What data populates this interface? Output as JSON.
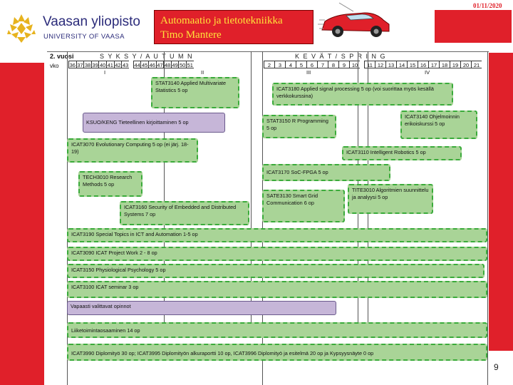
{
  "header": {
    "date": "01/11/2020",
    "title_line1": "Automaatio ja tietotekniikka",
    "title_line2": "Timo Mantere",
    "logo_name": "Vaasan yliopisto",
    "logo_subtitle": "UNIVERSITY OF VAASA"
  },
  "schedule": {
    "year_label": "2. vuosi",
    "weeks_label": "vko",
    "autumn_label": "S Y K S Y / A U T U M N",
    "spring_label": "K E V Ä T / S P R I N G",
    "autumn_weeks": [
      "36",
      "37",
      "38",
      "39",
      "40",
      "41",
      "42",
      "43",
      "44",
      "45",
      "46",
      "47",
      "48",
      "49",
      "50",
      "51"
    ],
    "spring_weeks": [
      "2",
      "3",
      "4",
      "5",
      "6",
      "7",
      "8",
      "9",
      "10",
      "11",
      "12",
      "13",
      "14",
      "15",
      "16",
      "17",
      "18",
      "19",
      "20",
      "21"
    ],
    "periods": [
      "I",
      "II",
      "III",
      "IV"
    ],
    "courses": [
      {
        "text": "STAT3140 Applied Multivariate Statistics 5 op"
      },
      {
        "text": "ICAT3180 Applied signal processing 5 op (voi suorittaa myös kesällä verkkokurssina)"
      },
      {
        "text": "KSUO/KENG Tieteellinen kirjoittaminen 5 op"
      },
      {
        "text": "ICAT3140 Ohjelmoinnin erikoiskurssi 5 op"
      },
      {
        "text": "STAT3150 R Programming 5 op"
      },
      {
        "text": "ICAT3070 Evolutionary Computing 5 op (ei järj. 18-19)"
      },
      {
        "text": "ICAT3110 Intelligent Robotics 5 op"
      },
      {
        "text": "ICAT3170 SoC-FPGA 5 op"
      },
      {
        "text": "TECH3010 Research Methods 5 op"
      },
      {
        "text": "TITE3010 Algoritmien suunnittelu ja analyysi 5 op"
      },
      {
        "text": "SATE3130 Smart Grid Communication 6 op"
      },
      {
        "text": "ICAT3160 Security of Embedded and Distributed Systems 7 op"
      },
      {
        "text": "ICAT3190 Special Topics in ICT and Automation 1-5 op"
      },
      {
        "text": "ICAT3090 ICAT Project Work 2 - 8 op"
      },
      {
        "text": "ICAT3150 Physiological Psychology 5 op"
      },
      {
        "text": "ICAT3100 ICAT seminar 3 op"
      },
      {
        "text": "Vapaasti valittavat opinnot"
      },
      {
        "text": "Liiketoimintaosaaminen 14 op"
      },
      {
        "text": "ICAT3990 Diplomityö 30 op; ICAT3995 Diplomityön alkuraportti 10 op, ICAT3996 Diplomityö ja esitelmä 20 op ja Kypsyysnäyte 0 op"
      }
    ]
  },
  "footer": {
    "page_number": "9"
  },
  "colors": {
    "accent_red": "#e0202a",
    "title_text": "#ffe33a",
    "course_green": "#a9d497",
    "course_purple": "#c6b6d8"
  },
  "icons": {
    "logo": "vaasa-star-logo",
    "car": "red-car-illustration"
  }
}
